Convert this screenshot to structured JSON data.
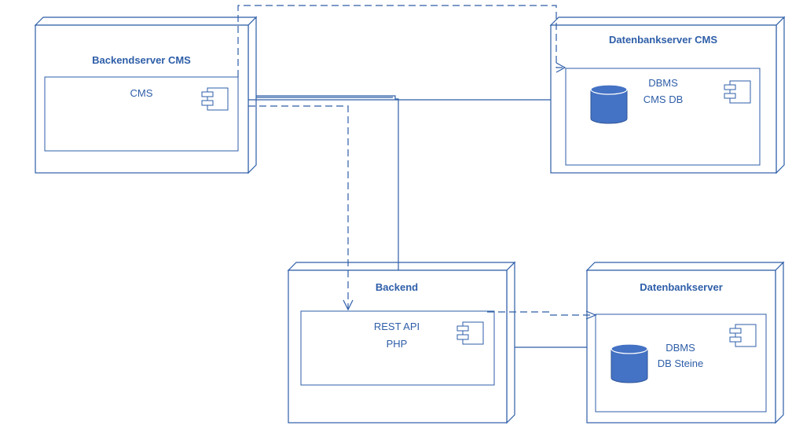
{
  "nodes": {
    "backend_cms": {
      "title": "Backendserver CMS",
      "component": {
        "lines": [
          "CMS"
        ]
      }
    },
    "db_cms": {
      "title": "Datenbankserver CMS",
      "component": {
        "lines": [
          "DBMS",
          "CMS DB"
        ]
      }
    },
    "backend": {
      "title": "Backend",
      "component": {
        "lines": [
          "REST API",
          "PHP"
        ]
      }
    },
    "db": {
      "title": "Datenbankserver",
      "component": {
        "lines": [
          "DBMS",
          "DB Steine"
        ]
      }
    }
  },
  "colors": {
    "stroke": "#2e5ea8",
    "database": "#4472c4"
  },
  "icons": {
    "component": "component-icon",
    "database": "database-cylinder-icon"
  }
}
